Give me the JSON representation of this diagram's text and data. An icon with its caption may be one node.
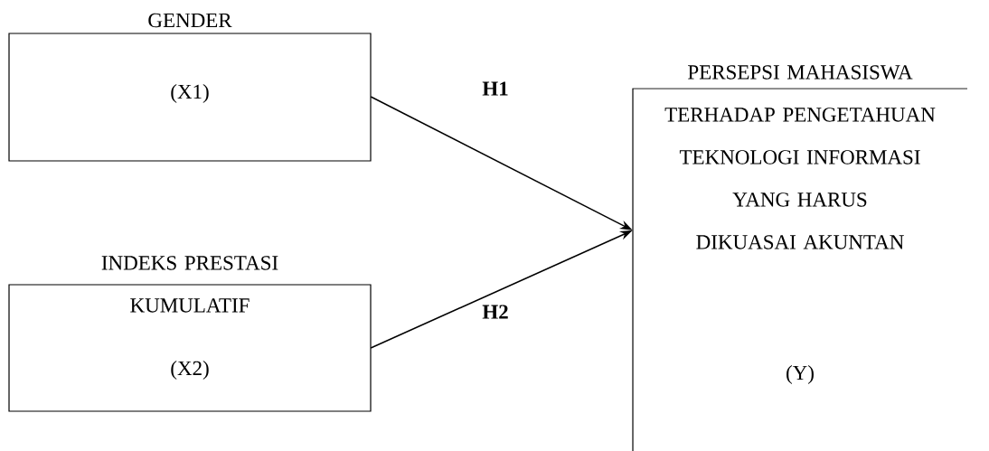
{
  "diagram": {
    "nodes": [
      {
        "text": [
          "GENDER",
          "(X1)"
        ]
      },
      {
        "text": [
          "INDEKS PRESTASI KUMULATIF",
          "(X2)"
        ]
      },
      {
        "text": [
          "PERSEPSI MAHASISWA TERHADAP PENGETAHUAN TEKNOLOGI INFORMASI YANG HARUS DIKUASAI AKUNTAN",
          "(Y)"
        ]
      }
    ],
    "edges": [
      {
        "from": 0,
        "to": 2,
        "arrow": "to",
        "label": "H1"
      },
      {
        "from": 1,
        "to": 2,
        "arrow": "to",
        "label": "H2"
      }
    ]
  }
}
